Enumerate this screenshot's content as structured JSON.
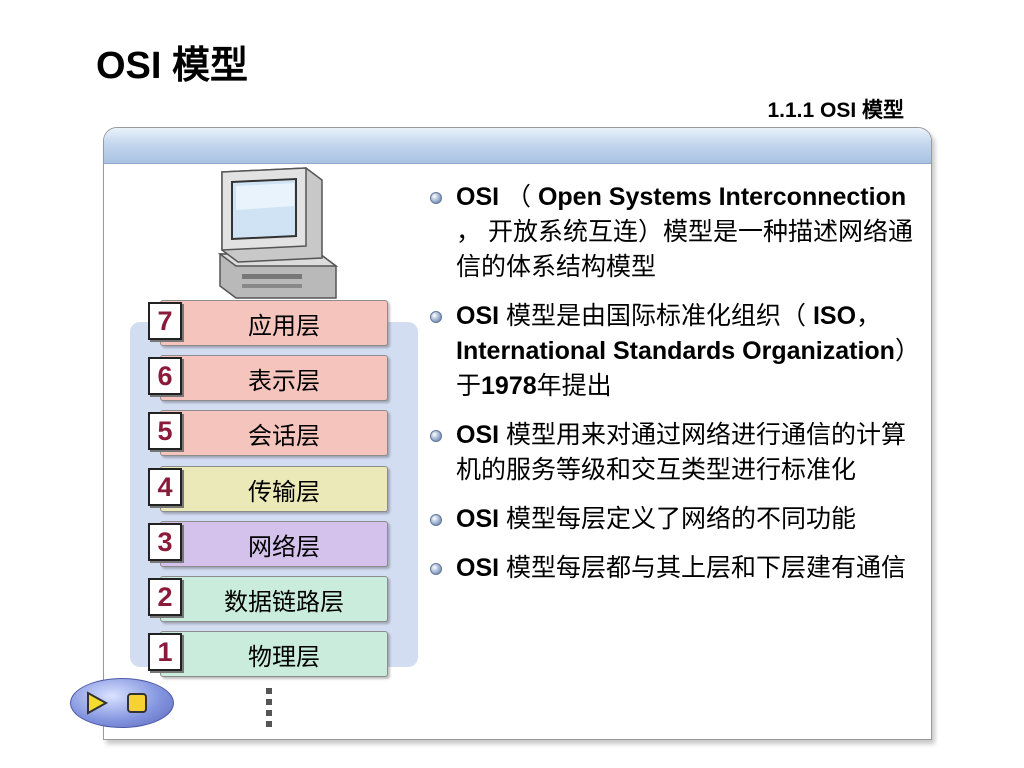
{
  "slide": {
    "title": "OSI 模型",
    "section": "1.1.1   OSI 模型"
  },
  "layers": [
    {
      "number": "7",
      "name": "应用层",
      "color": "#f4c4bd"
    },
    {
      "number": "6",
      "name": "表示层",
      "color": "#f4c4bd"
    },
    {
      "number": "5",
      "name": "会话层",
      "color": "#f4c4bd"
    },
    {
      "number": "4",
      "name": "传输层",
      "color": "#ece9b8"
    },
    {
      "number": "3",
      "name": "网络层",
      "color": "#d4c2ec"
    },
    {
      "number": "2",
      "name": "数据链路层",
      "color": "#c9ecdc"
    },
    {
      "number": "1",
      "name": "物理层",
      "color": "#c9ecdc"
    }
  ],
  "bullets": [
    "OSI （ Open Systems Interconnection ， 开放系统互连）模型是一种描述网络通信的体系结构模型",
    "OSI 模型是由国际标准化组织（ ISO， International Standards Organization）于1978年提出",
    "OSI 模型用来对通过网络进行通信的计算机的服务等级和交互类型进行标准化",
    "OSI 模型每层定义了网络的不同功能",
    "OSI 模型每层都与其上层和下层建有通信"
  ],
  "icons": {
    "computer": "computer-icon",
    "play": "play-icon",
    "stop": "stop-icon",
    "bullet": "bullet-icon"
  }
}
